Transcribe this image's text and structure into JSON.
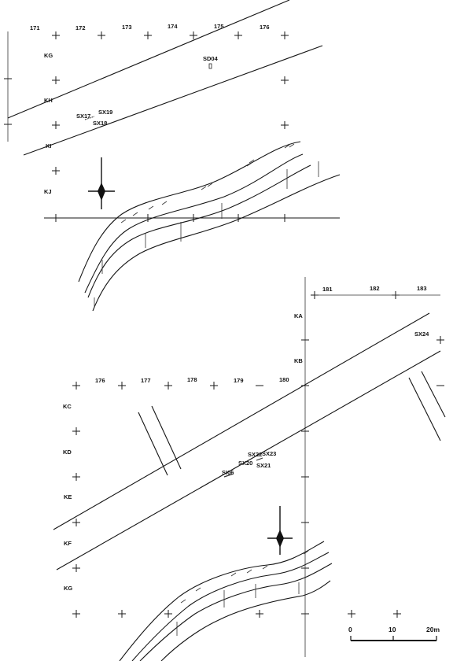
{
  "upper_plan": {
    "column_labels": [
      "171",
      "172",
      "173",
      "174",
      "175",
      "176"
    ],
    "row_labels": [
      "KG",
      "KH",
      "KI",
      "KJ"
    ],
    "features": [
      "SD04",
      "SX17",
      "SX19",
      "SX18"
    ]
  },
  "lower_plan": {
    "column_labels_top": [
      "181",
      "182",
      "183"
    ],
    "column_labels_mid": [
      "176",
      "177",
      "178",
      "179",
      "180"
    ],
    "row_labels_right": [
      "KA",
      "KB"
    ],
    "row_labels_left": [
      "KC",
      "KD",
      "KE",
      "KF",
      "KG"
    ],
    "features": [
      "SX24",
      "SX22",
      "SX23",
      "SX20",
      "SX21",
      "SI06"
    ]
  },
  "scale_bar": {
    "ticks": [
      "0",
      "10",
      "20m"
    ]
  }
}
